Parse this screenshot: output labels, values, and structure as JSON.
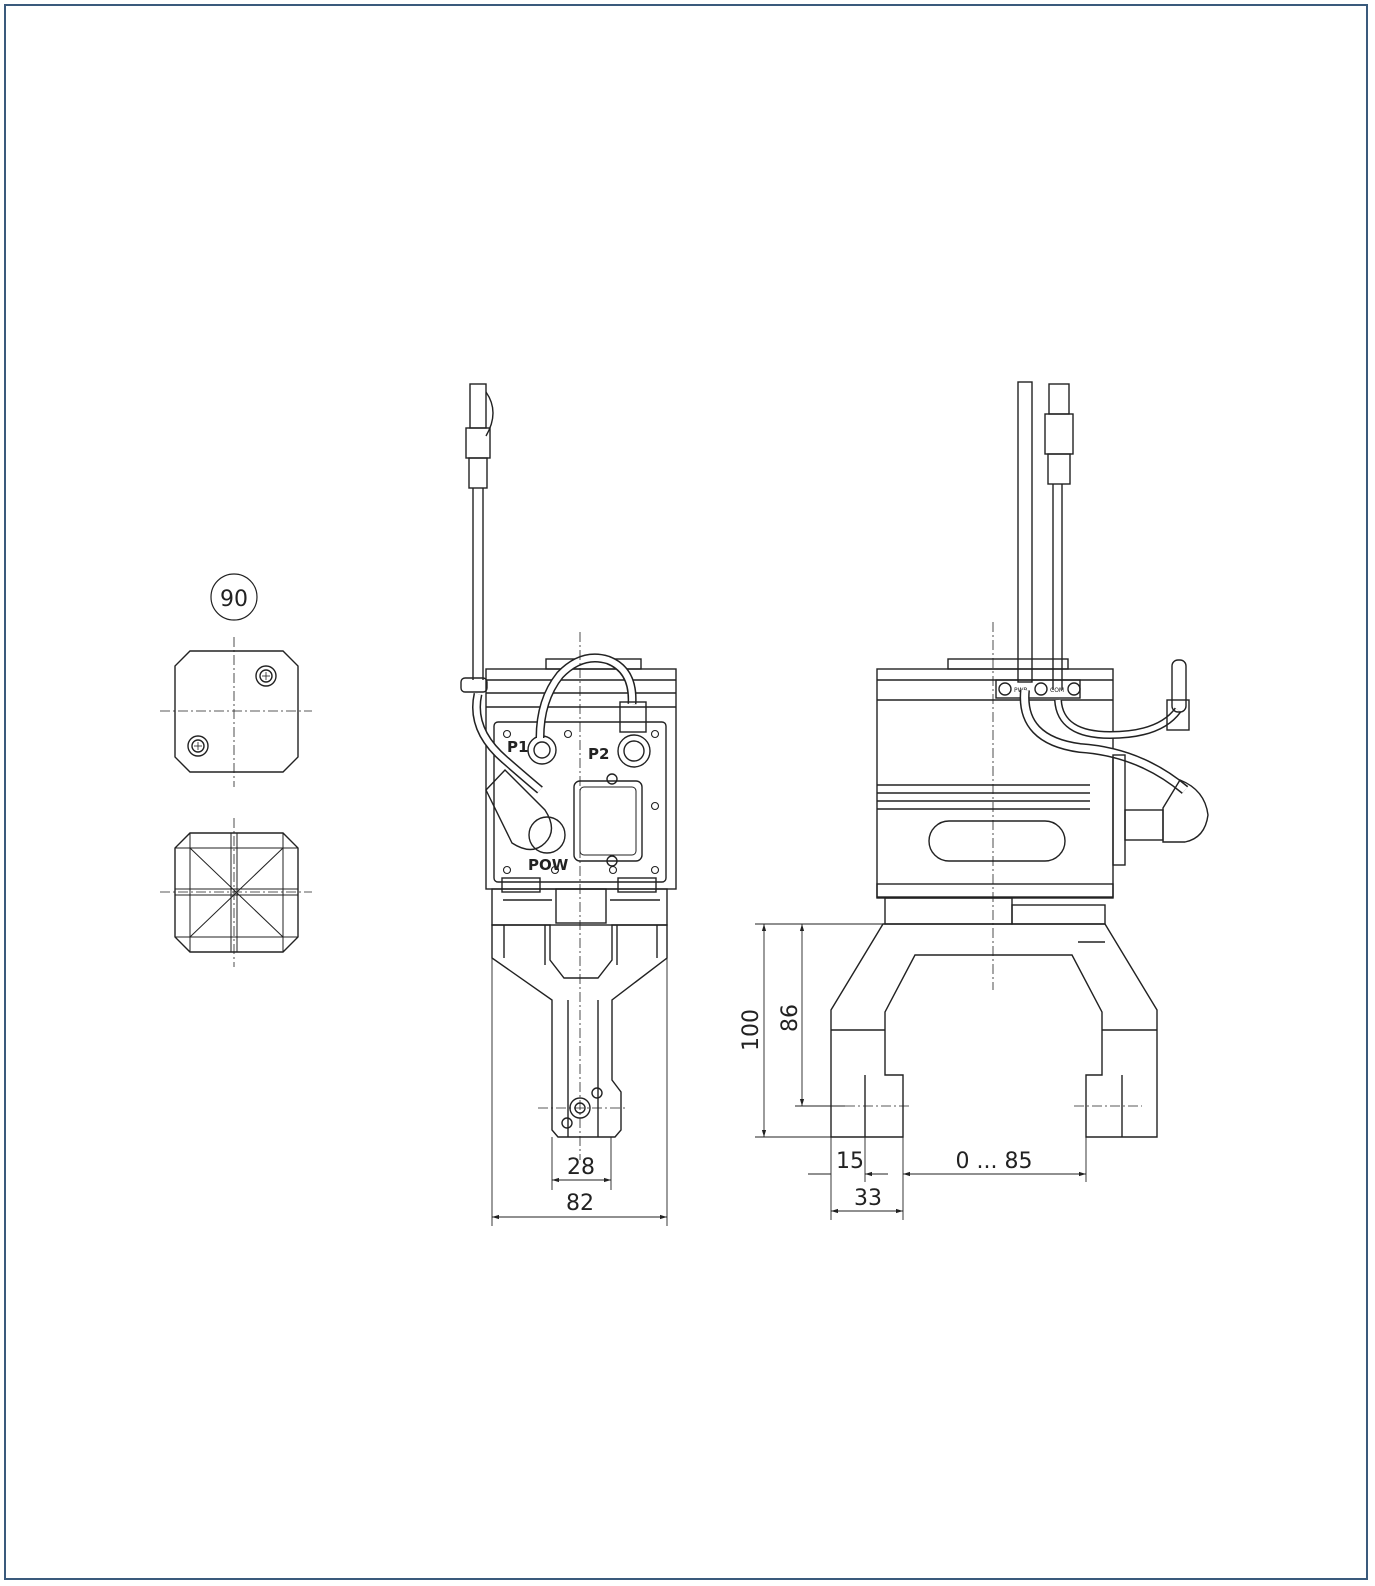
{
  "drawing": {
    "border_color": "#3a5a7c",
    "line_color": "#222222",
    "top_view": {
      "rotation_label": "90"
    },
    "front_view": {
      "port_labels": {
        "p1": "P1",
        "p2": "P2",
        "pow": "POW"
      },
      "dimensions": {
        "finger_width": "28",
        "total_width": "82"
      }
    },
    "side_view": {
      "connector_labels": {
        "pwr": "PWR",
        "com": "COM"
      },
      "dimensions": {
        "height_total": "100",
        "height_to_grip": "86",
        "jaw_width": "15",
        "stroke": "0 ... 85",
        "jaw_offset": "33"
      }
    }
  }
}
